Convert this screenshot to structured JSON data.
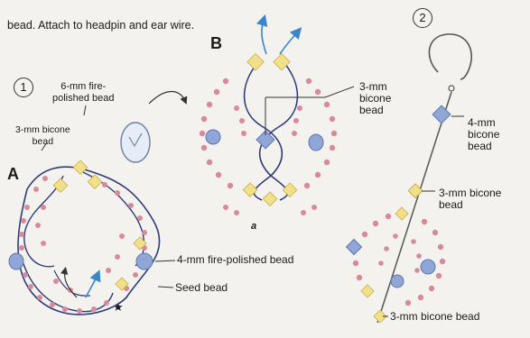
{
  "instruction_text": "bead. Attach to headpin and ear wire.",
  "step1": {
    "number": "1",
    "fire_polished_label": "6-mm fire-\npolished bead",
    "bicone_label": "3-mm bicone\nbead",
    "fig_a_letter": "A",
    "label_4mm_fp": "4-mm fire-polished bead",
    "label_seed": "Seed bead",
    "star": "★"
  },
  "fig_b": {
    "letter": "B",
    "label_3mm_bicone": "3-mm\nbicone\nbead",
    "sub_a": "a"
  },
  "step2": {
    "number": "2",
    "label_4mm_bicone": "4-mm\nbicone\nbead",
    "label_3mm_bicone_mid": "3-mm bicone\nbead",
    "label_3mm_bicone_bottom": "3-mm bicone bead"
  },
  "colors": {
    "seed_bead": "#d98a9a",
    "bicone_3mm": "#f2df8a",
    "crystal_4mm": "#8fa6d6",
    "thread": "#2f3b78",
    "arrow": "#3a86c8"
  }
}
